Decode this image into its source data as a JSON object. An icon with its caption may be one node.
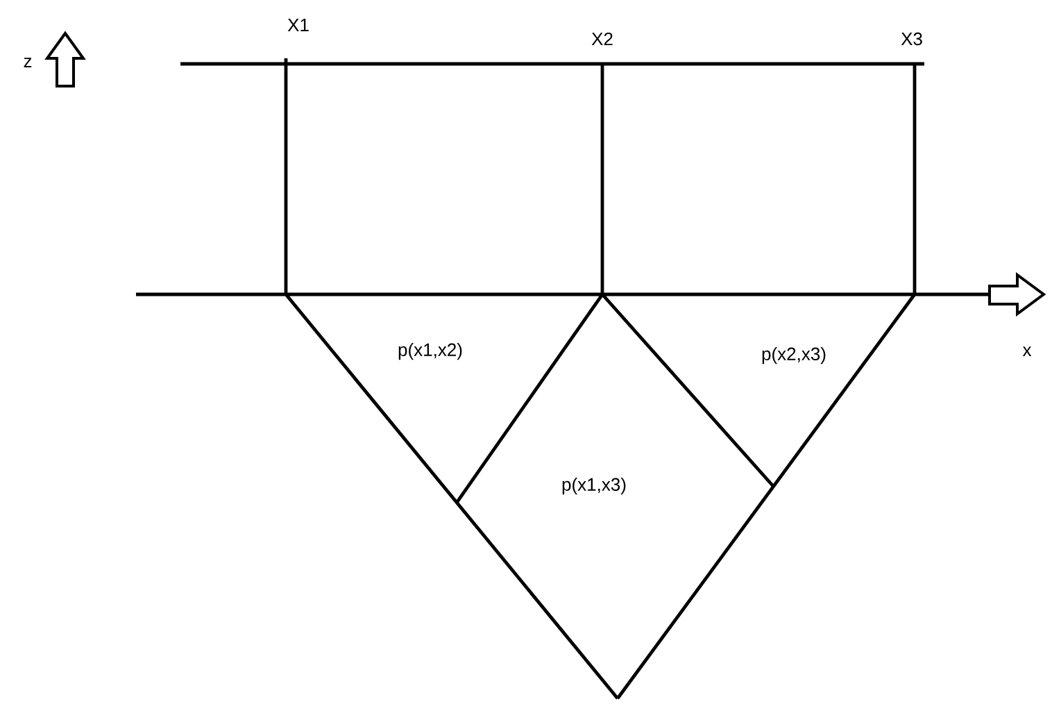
{
  "diagram": {
    "labels": [
      "z",
      "X1",
      "X2",
      "X3",
      "p(x1,x2)",
      "p(x2,x3)",
      "x",
      "p(x1,x3)"
    ]
  }
}
